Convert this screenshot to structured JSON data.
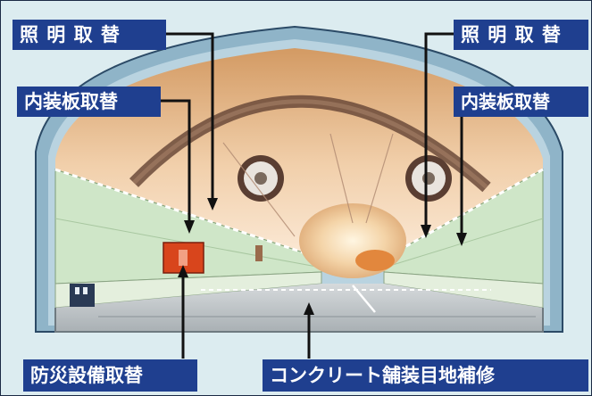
{
  "labels": {
    "lighting_left": "照 明 取 替",
    "lighting_right": "照 明 取 替",
    "panel_left": "内装板取替",
    "panel_right": "内装板取替",
    "disaster": "防災設備取替",
    "joint": "コンクリート舗装目地補修"
  },
  "colors": {
    "label_bg": "#1f3f8f",
    "label_text": "#ffffff",
    "background": "#dcecf0",
    "arrow": "#111111"
  }
}
